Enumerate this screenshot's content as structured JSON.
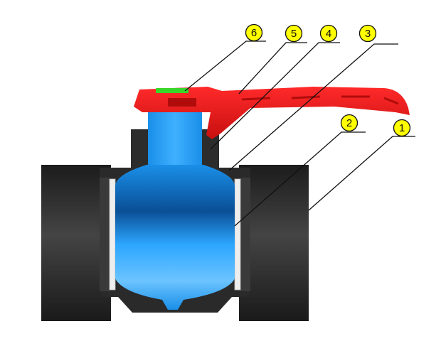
{
  "colors": {
    "background": "#ffffff",
    "body": "#262626",
    "body_highlight": "#3d3d3d",
    "ball": "#1a8fe8",
    "ball_highlight": "#6cc4ff",
    "ball_shadow": "#0a4f96",
    "handle": "#e31a1a",
    "handle_shadow": "#b00c0c",
    "seal": "#eeeeee",
    "indicator": "#39d62a",
    "callout_fill": "#ffff00",
    "callout_stroke": "#111111",
    "leader": "#111111"
  },
  "callouts": [
    {
      "id": "6",
      "label": "6"
    },
    {
      "id": "5",
      "label": "5"
    },
    {
      "id": "4",
      "label": "4"
    },
    {
      "id": "3",
      "label": "3"
    },
    {
      "id": "2",
      "label": "2"
    },
    {
      "id": "1",
      "label": "1"
    }
  ]
}
